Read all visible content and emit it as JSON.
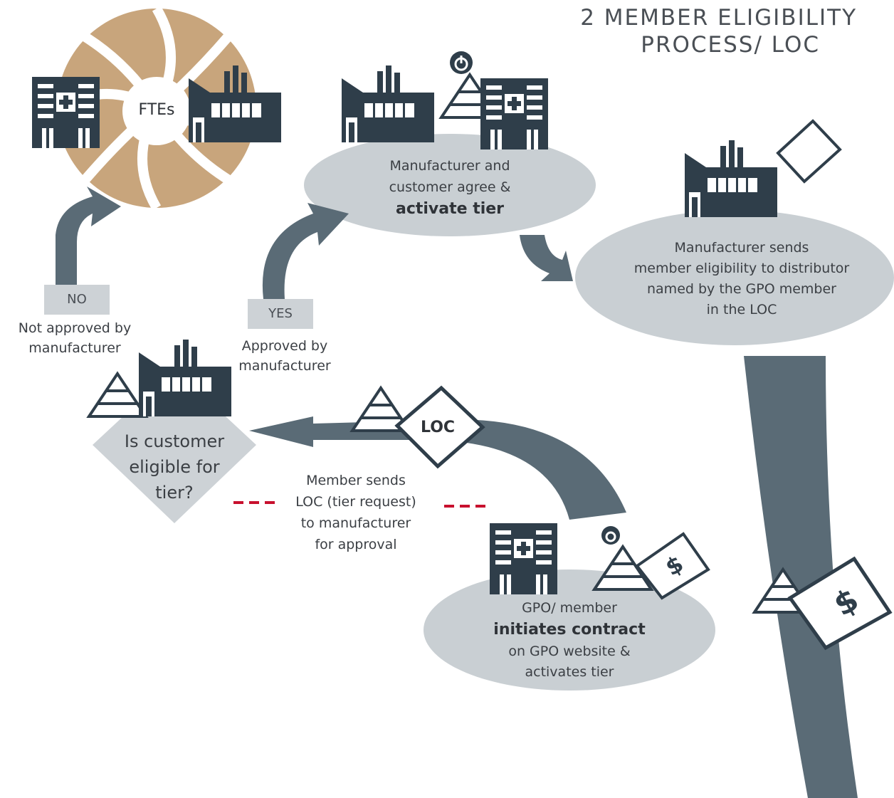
{
  "title": {
    "line1": "2 MEMBER ELIGIBILITY",
    "line2": "PROCESS/ LOC"
  },
  "ftes_label": "FTEs",
  "activate_step": {
    "line1": "Manufacturer and",
    "line2": "customer agree &",
    "line3": "activate tier"
  },
  "distributor_step": {
    "line1": "Manufacturer sends",
    "line2": "member eligibility to distributor",
    "line3": "named by the GPO member",
    "line4": "in the LOC"
  },
  "no_branch": {
    "box": "NO",
    "line1": "Not approved by",
    "line2": "manufacturer"
  },
  "yes_branch": {
    "box": "YES",
    "line1": "Approved by",
    "line2": "manufacturer"
  },
  "decision": {
    "line1": "Is customer",
    "line2": "eligible for",
    "line3": "tier?"
  },
  "loc_label": "LOC",
  "member_sends": {
    "line1": "Member sends",
    "line2": "LOC (tier request)",
    "line3": "to manufacturer",
    "line4": "for approval"
  },
  "contract_step": {
    "line1": "GPO/ member",
    "line2": "initiates contract",
    "line3": "on GPO website &",
    "line4": "activates tier"
  },
  "colors": {
    "dark": "#2f3e4a",
    "arrow": "#5a6b76",
    "ellipse": "#c9cfd3",
    "tan": "#c8a57c",
    "dash": "#c8102e"
  }
}
